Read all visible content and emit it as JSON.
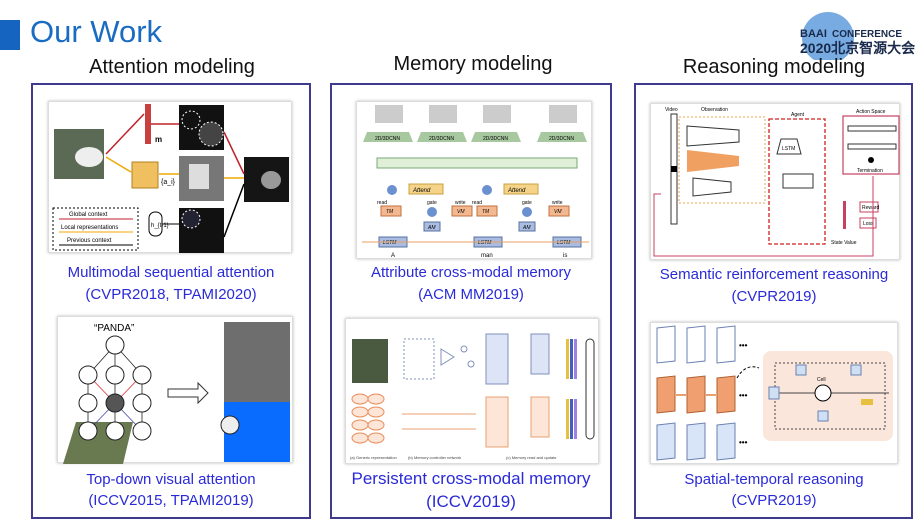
{
  "slide": {
    "title": "Our Work",
    "logo": {
      "brand": "BAAI",
      "conference": "CONFERENCE",
      "name": "2020北京智源大会"
    },
    "accent_color": "#1a6cc2",
    "caption_color": "#2a2ad8"
  },
  "columns": [
    {
      "heading": "Attention modeling",
      "items": [
        {
          "caption": "Multimodal sequential attention",
          "venue": "(CVPR2018, TPAMI2020)",
          "figure": {
            "legend": [
              "Global context",
              "Local representations",
              "Previous context"
            ],
            "labels": [
              "m",
              "{a_i}",
              "h_{t-1}"
            ]
          }
        },
        {
          "caption": "Top-down visual attention",
          "venue": "(ICCV2015, TPAMI2019)",
          "figure": {
            "label": "“PANDA”"
          }
        }
      ]
    },
    {
      "heading": "Memory modeling",
      "items": [
        {
          "caption": "Attribute cross-modal memory",
          "venue": "(ACM MM2019)",
          "figure": {
            "cnn": "2D/3DCNN",
            "attend": "Attend",
            "read": "read",
            "write": "write",
            "gate": "gate",
            "tm": "TM",
            "vm": "VM",
            "am": "AM",
            "lstm": "LSTM",
            "words": [
              "A",
              "man",
              "is"
            ]
          }
        },
        {
          "caption": "Persistent cross-modal memory",
          "venue": "(ICCV2019)",
          "figure": {
            "sections": [
              "(a) Generic representation",
              "(b) Memory controller network",
              "(c) Memory read and update"
            ]
          }
        }
      ]
    },
    {
      "heading": "Reasoning modeling",
      "items": [
        {
          "caption": "Semantic reinforcement reasoning",
          "venue": "(CVPR2019)",
          "figure": {
            "video": "Video",
            "observation": "Observation",
            "agent": "Agent",
            "action_space": "Action Space",
            "lstm": "LSTM",
            "termination": "Termination",
            "reward": "Reward",
            "loss": "Loss",
            "state_value": "State Value"
          }
        },
        {
          "caption": "Spatial-temporal reasoning",
          "venue": "(CVPR2019)",
          "figure": {
            "cell": "Cell",
            "dots": "•••"
          }
        }
      ]
    }
  ]
}
